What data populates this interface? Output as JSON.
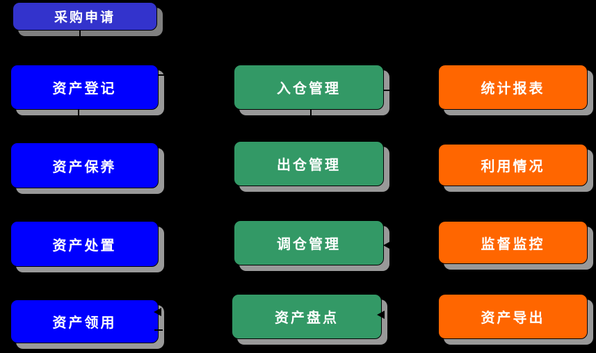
{
  "diagram": {
    "background_color": "#000000",
    "palette": {
      "header_blue": "#3333CC",
      "blue": "#0000FF",
      "green": "#339966",
      "orange": "#FF6600",
      "shadow_gray": "#999999",
      "header_shadow_gray": "#808080",
      "text_color": "#FFFFFF",
      "connector_color": "#000000"
    },
    "nodes": [
      {
        "id": "purchase-request",
        "label": "采购申请",
        "column": "blue",
        "row": 0
      },
      {
        "id": "asset-registration",
        "label": "资产登记",
        "column": "blue",
        "row": 1
      },
      {
        "id": "asset-maintenance",
        "label": "资产保养",
        "column": "blue",
        "row": 2
      },
      {
        "id": "asset-disposal",
        "label": "资产处置",
        "column": "blue",
        "row": 3
      },
      {
        "id": "asset-requisition",
        "label": "资产领用",
        "column": "blue",
        "row": 4
      },
      {
        "id": "inbound-management",
        "label": "入仓管理",
        "column": "green",
        "row": 1
      },
      {
        "id": "outbound-management",
        "label": "出仓管理",
        "column": "green",
        "row": 2
      },
      {
        "id": "transfer-management",
        "label": "调仓管理",
        "column": "green",
        "row": 3
      },
      {
        "id": "asset-inventory",
        "label": "资产盘点",
        "column": "green",
        "row": 4
      },
      {
        "id": "statistics-report",
        "label": "统计报表",
        "column": "orange",
        "row": 1
      },
      {
        "id": "utilization-status",
        "label": "利用情况",
        "column": "orange",
        "row": 2
      },
      {
        "id": "supervision-monitoring",
        "label": "监督监控",
        "column": "orange",
        "row": 3
      },
      {
        "id": "asset-export",
        "label": "资产导出",
        "column": "orange",
        "row": 4
      }
    ],
    "connector_marks": [
      {
        "type": "vertical-tick",
        "at": "below 采购申请"
      },
      {
        "type": "vertical-tick",
        "at": "below 资产登记"
      },
      {
        "type": "horizontal-tick",
        "at": "right of 资产登记"
      },
      {
        "type": "vertical-tick",
        "at": "below 入仓管理"
      },
      {
        "type": "horizontal-tick",
        "at": "right of 入仓管理"
      },
      {
        "type": "left-arrowhead",
        "at": "right of 调仓管理"
      },
      {
        "type": "left-arrowhead",
        "at": "right of 资产盘点"
      },
      {
        "type": "left-arrowhead",
        "at": "right of 资产领用"
      },
      {
        "type": "horizontal-tick",
        "at": "right of 资产领用"
      }
    ]
  }
}
